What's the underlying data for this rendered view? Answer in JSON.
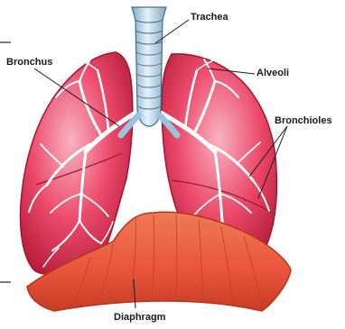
{
  "labels": {
    "trachea": "Trachea",
    "bronchus": "Bronchus",
    "alveoli": "Alveoli",
    "bronchioles": "Bronchioles",
    "diaphragm": "Diaphragm"
  },
  "colors": {
    "lung": "#e8365a",
    "lung_dark": "#b81e3c",
    "lung_light": "#f6a2b4",
    "airway": "#ffffff",
    "trachea": "#b9d7ea",
    "diaphragm": "#ee5a3c",
    "diaphragm_dark": "#c53d25"
  }
}
